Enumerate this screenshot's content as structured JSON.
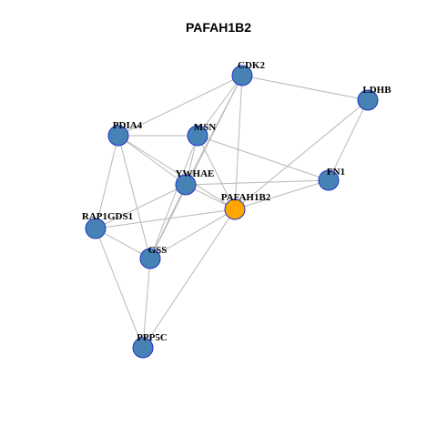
{
  "title": "PAFAH1B2",
  "colors": {
    "node_default": "#4682b4",
    "node_highlight": "#ffa500",
    "node_border": "#2233cc",
    "edge": "#b8b8b8"
  },
  "nodes": [
    {
      "id": "CDK2",
      "label": "CDK2",
      "highlight": false
    },
    {
      "id": "LDHB",
      "label": "LDHB",
      "highlight": false
    },
    {
      "id": "PDIA4",
      "label": "PDIA4",
      "highlight": false
    },
    {
      "id": "MSN",
      "label": "MSN",
      "highlight": false
    },
    {
      "id": "FN1",
      "label": "FN1",
      "highlight": false
    },
    {
      "id": "YWHAE",
      "label": "YWHAE",
      "highlight": false
    },
    {
      "id": "PAFAH1B2",
      "label": "PAFAH1B2",
      "highlight": true
    },
    {
      "id": "RAP1GDS1",
      "label": "RAP1GDS1",
      "highlight": false
    },
    {
      "id": "GSS",
      "label": "GSS",
      "highlight": false
    },
    {
      "id": "PPP5C",
      "label": "PPP5C",
      "highlight": false
    }
  ],
  "edges": [
    [
      "CDK2",
      "LDHB"
    ],
    [
      "CDK2",
      "PDIA4"
    ],
    [
      "CDK2",
      "MSN"
    ],
    [
      "CDK2",
      "YWHAE"
    ],
    [
      "CDK2",
      "PAFAH1B2"
    ],
    [
      "CDK2",
      "GSS"
    ],
    [
      "LDHB",
      "FN1"
    ],
    [
      "LDHB",
      "PAFAH1B2"
    ],
    [
      "PDIA4",
      "MSN"
    ],
    [
      "PDIA4",
      "YWHAE"
    ],
    [
      "PDIA4",
      "PAFAH1B2"
    ],
    [
      "PDIA4",
      "RAP1GDS1"
    ],
    [
      "PDIA4",
      "GSS"
    ],
    [
      "MSN",
      "FN1"
    ],
    [
      "MSN",
      "YWHAE"
    ],
    [
      "MSN",
      "PAFAH1B2"
    ],
    [
      "MSN",
      "GSS"
    ],
    [
      "FN1",
      "YWHAE"
    ],
    [
      "FN1",
      "PAFAH1B2"
    ],
    [
      "YWHAE",
      "RAP1GDS1"
    ],
    [
      "YWHAE",
      "GSS"
    ],
    [
      "YWHAE",
      "PAFAH1B2"
    ],
    [
      "PAFAH1B2",
      "RAP1GDS1"
    ],
    [
      "PAFAH1B2",
      "GSS"
    ],
    [
      "PAFAH1B2",
      "PPP5C"
    ],
    [
      "RAP1GDS1",
      "GSS"
    ],
    [
      "RAP1GDS1",
      "PPP5C"
    ],
    [
      "GSS",
      "PPP5C"
    ]
  ]
}
